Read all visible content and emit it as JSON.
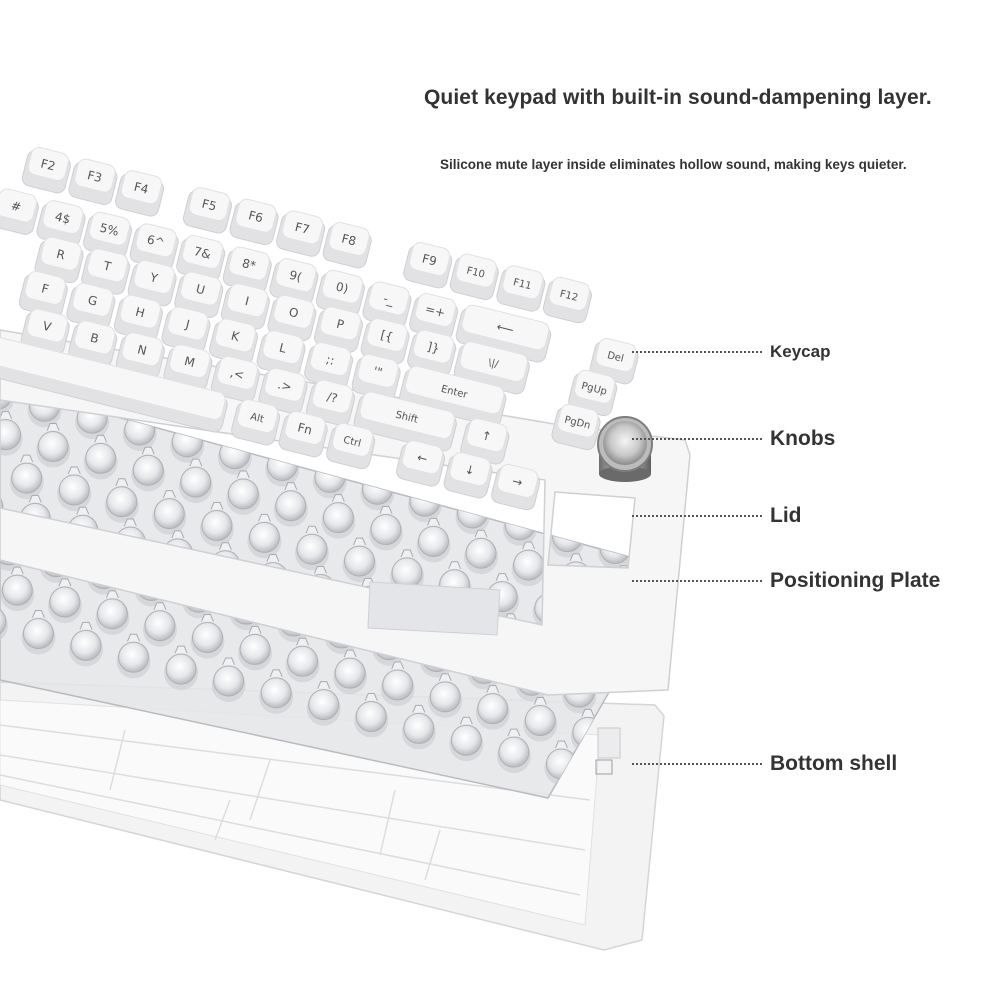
{
  "headline": "Quiet keypad with built-in sound-dampening layer.",
  "subheadline": "Silicone mute layer inside eliminates hollow sound, making keys quieter.",
  "callouts": [
    {
      "label": "Keycap"
    },
    {
      "label": "Knobs"
    },
    {
      "label": "Lid"
    },
    {
      "label": "Positioning Plate"
    },
    {
      "label": "Bottom shell"
    }
  ],
  "keycaps": {
    "row0": [
      "F2",
      "F3",
      "F4",
      "F5",
      "F6",
      "F7",
      "F8",
      "F9",
      "F10",
      "F11",
      "F12"
    ],
    "row1": [
      "#",
      "4$",
      "5%",
      "6^",
      "7&",
      "8*",
      "9(",
      "0)",
      "-_",
      "=+",
      "⟵",
      "Del"
    ],
    "row2": [
      "R",
      "T",
      "Y",
      "U",
      "I",
      "O",
      "P",
      "[{",
      "]}",
      "\\|/",
      "PgUp"
    ],
    "row3": [
      "F",
      "G",
      "H",
      "J",
      "K",
      "L",
      ";:",
      "'\"",
      "Enter",
      "PgDn"
    ],
    "row4": [
      "V",
      "B",
      "N",
      "M",
      ",<",
      ".>",
      "/?",
      "Shift",
      "↑"
    ],
    "row5": [
      "",
      "Alt",
      "Fn",
      "Ctrl",
      "←",
      "↓",
      "→"
    ]
  },
  "colors": {
    "keycap": "#f7f7f7",
    "keycap_side": "#e2e2e4",
    "legend": "#555555",
    "plate": "#dcdde0",
    "knob": "#9a9a9a",
    "text": "#333333"
  }
}
